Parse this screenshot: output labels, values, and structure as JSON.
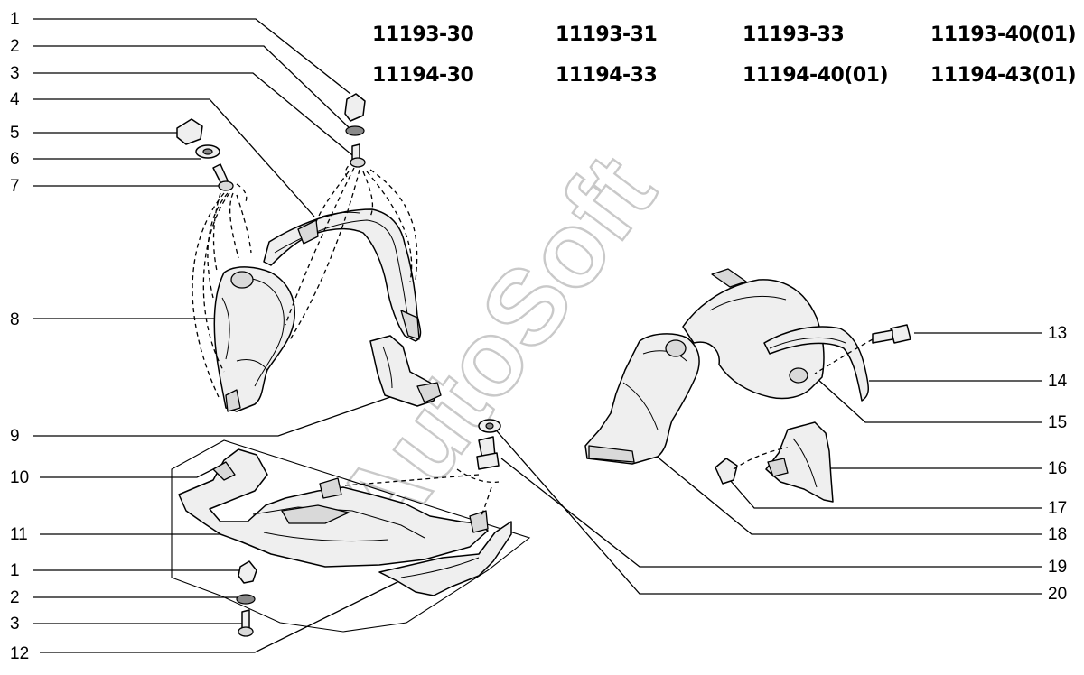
{
  "models": {
    "row1": [
      "11193-30",
      "11193-31",
      "11193-33",
      "11193-40(01)"
    ],
    "row2": [
      "11194-30",
      "11194-33",
      "11194-40(01)",
      "11194-43(01)"
    ]
  },
  "callouts_left": [
    "1",
    "2",
    "3",
    "4",
    "5",
    "6",
    "7",
    "8",
    "9",
    "10",
    "11",
    "1",
    "2",
    "3",
    "12"
  ],
  "callouts_right": [
    "13",
    "14",
    "15",
    "16",
    "17",
    "18",
    "19",
    "20"
  ],
  "watermark": "AutoSoft",
  "colors": {
    "ink": "#000000",
    "watermark": "#c9c9c9",
    "part_fill": "#efefef"
  }
}
